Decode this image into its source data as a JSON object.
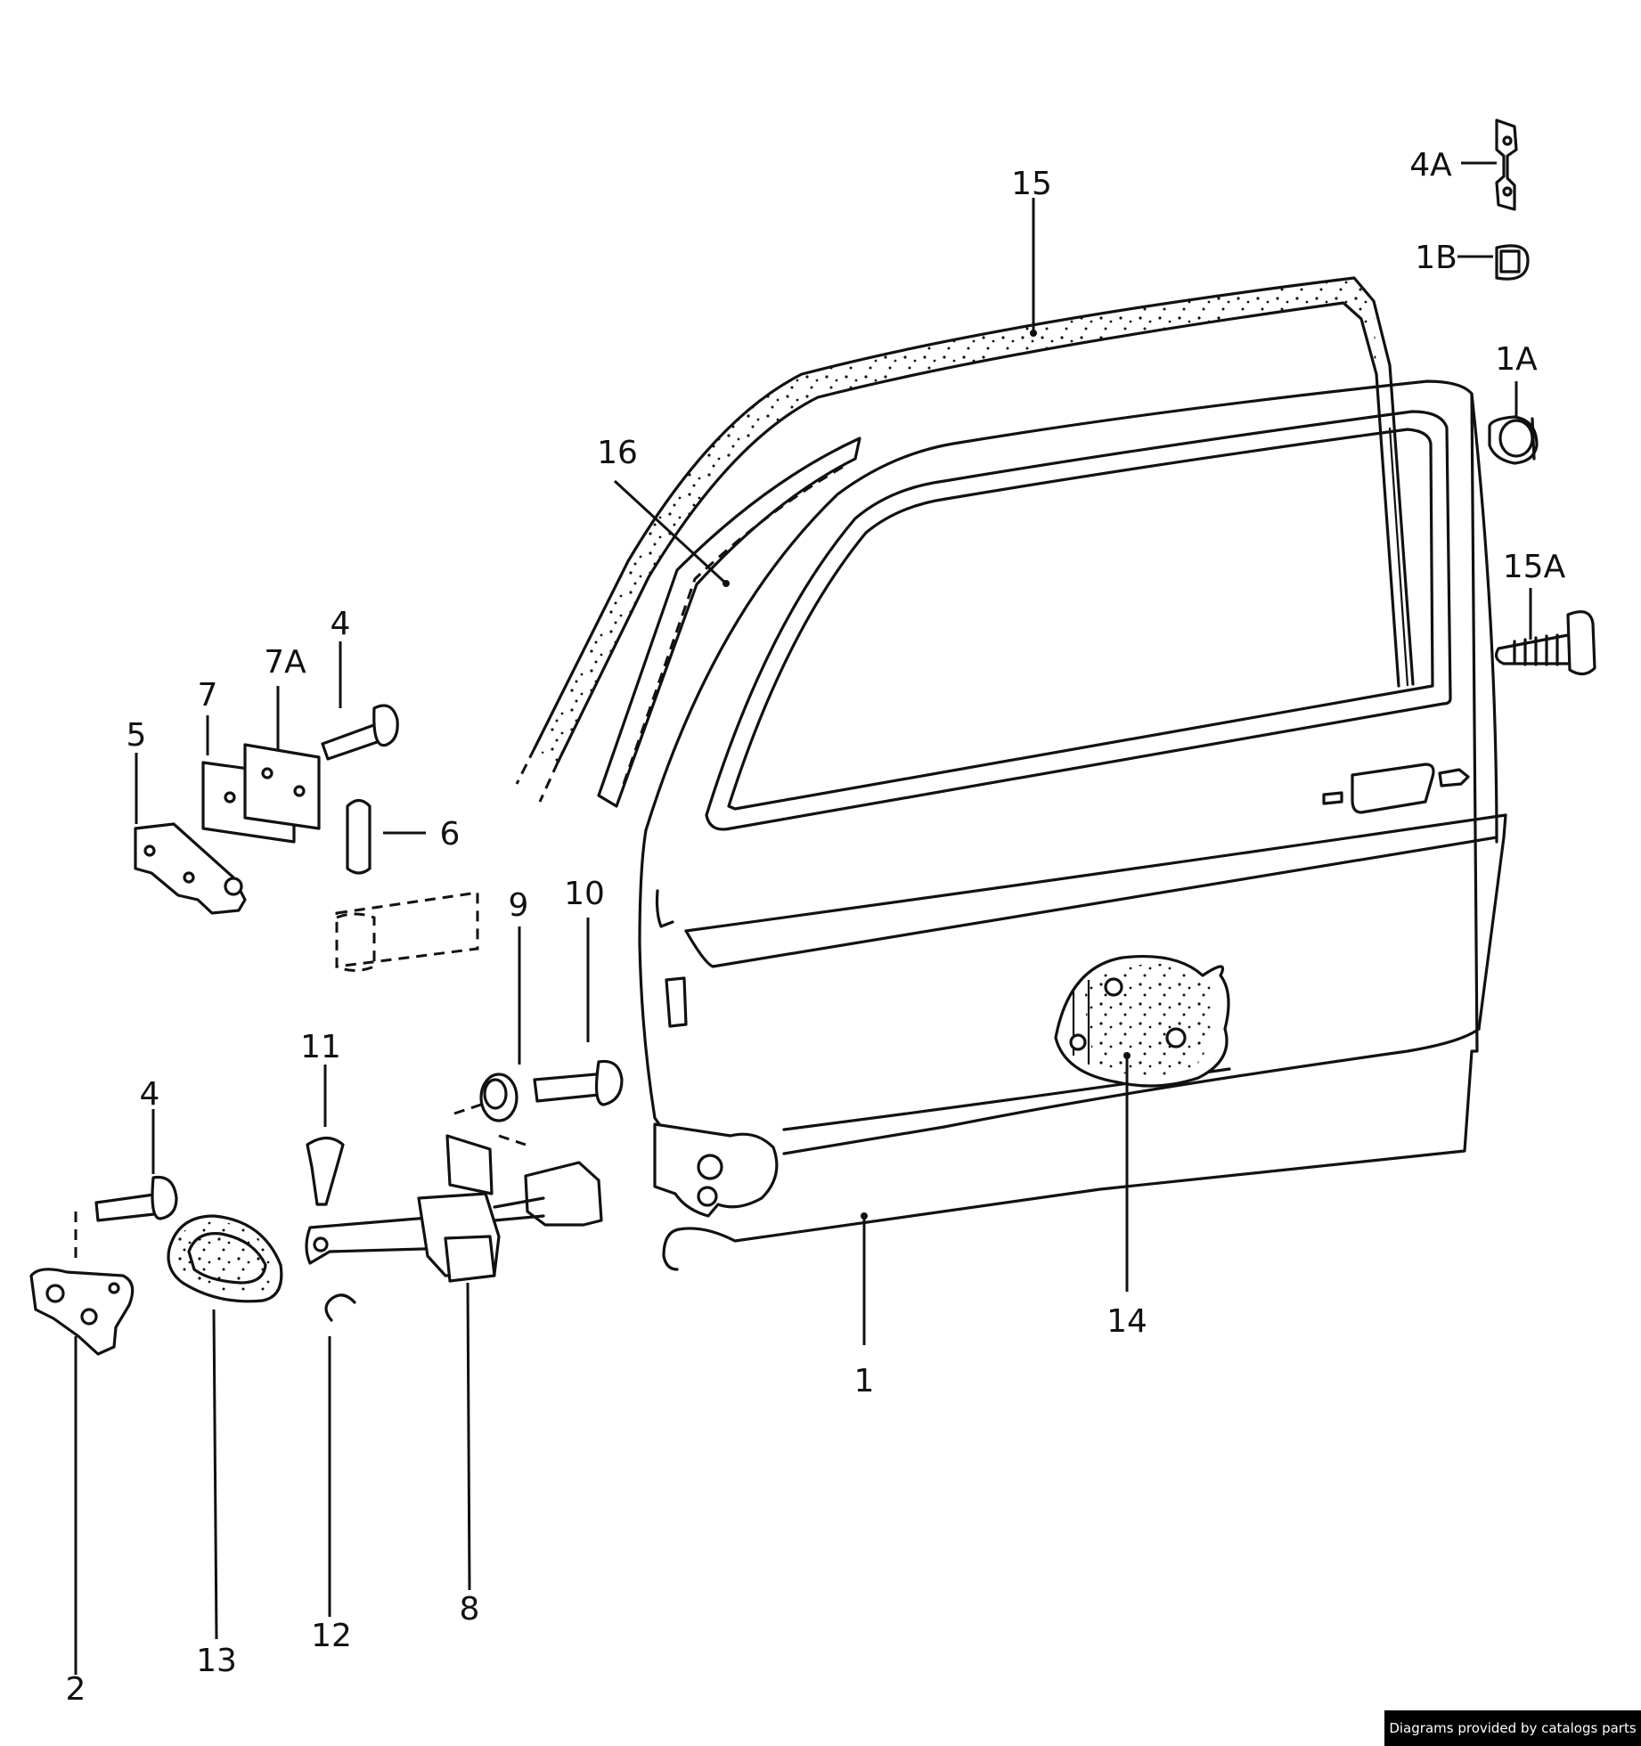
{
  "callouts": {
    "c1": "1",
    "c1A": "1A",
    "c1B": "1B",
    "c2": "2",
    "c4a": "4",
    "c4b": "4",
    "c4A": "4A",
    "c5": "5",
    "c6": "6",
    "c7": "7",
    "c7A": "7A",
    "c8": "8",
    "c9": "9",
    "c10": "10",
    "c11": "11",
    "c12": "12",
    "c13": "13",
    "c14": "14",
    "c15": "15",
    "c15A": "15A",
    "c16": "16"
  },
  "footer": {
    "credit": "Diagrams provided by catalogs parts"
  }
}
